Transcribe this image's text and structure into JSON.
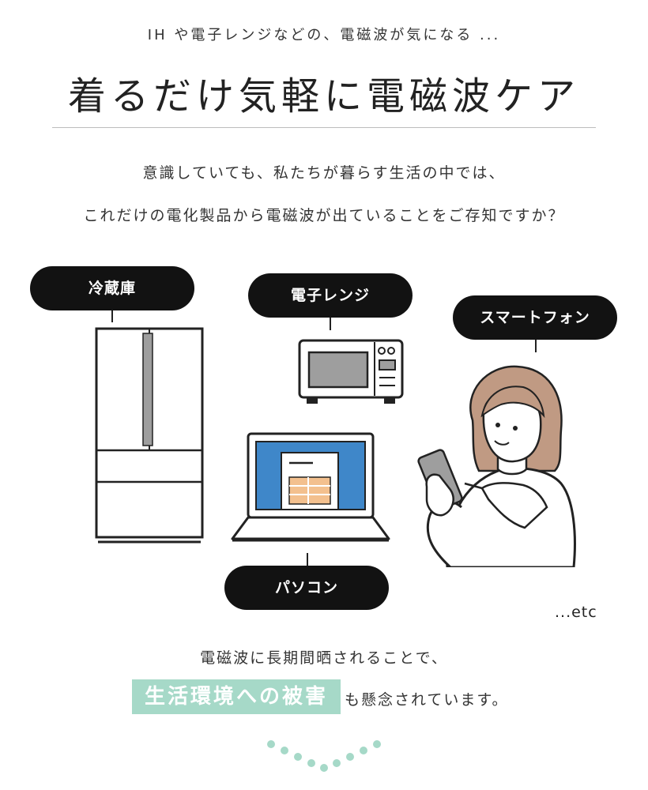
{
  "header": {
    "subtitle": "IH や電子レンジなどの、電磁波が気になる ...",
    "title": "着るだけ気軽に電磁波ケア"
  },
  "intro": {
    "line1": "意識していても、私たちが暮らす生活の中では、",
    "line2": "これだけの電化製品から電磁波が出ていることをご存知ですか？"
  },
  "appliances": {
    "refrigerator": "冷蔵庫",
    "microwave": "電子レンジ",
    "smartphone": "スマートフォン",
    "pc": "パソコン",
    "etc": "...etc"
  },
  "warning": {
    "line1": "電磁波に長期間晒されることで、",
    "highlight": "生活環境への被害",
    "line2_rest": "も懸念されています。"
  },
  "colors": {
    "pill_bg": "#121212",
    "accent_mint": "#a6d9c8",
    "screen_blue": "#3f87c9",
    "hair": "#c09a83"
  }
}
